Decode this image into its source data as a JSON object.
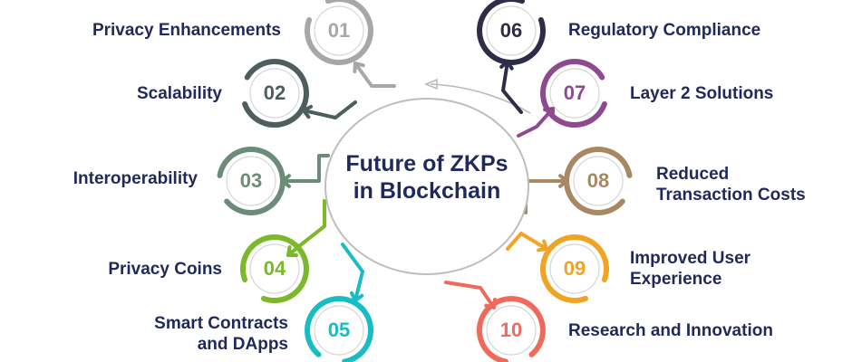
{
  "center": {
    "line1": "Future of ZKPs",
    "line2": "in Blockchain"
  },
  "items": [
    {
      "num": "01",
      "label": "Privacy Enhancements",
      "color": "#a7a7a7"
    },
    {
      "num": "02",
      "label": "Scalability",
      "color": "#4e5e5e"
    },
    {
      "num": "03",
      "label": "Interoperability",
      "color": "#6a8c78"
    },
    {
      "num": "04",
      "label": "Privacy Coins",
      "color": "#7bb82a"
    },
    {
      "num": "05",
      "label": "Smart Contracts and DApps",
      "label_line1": "Smart Contracts",
      "label_line2": "and DApps",
      "color": "#17bcc5"
    },
    {
      "num": "06",
      "label": "Regulatory Compliance",
      "color": "#2d2d48"
    },
    {
      "num": "07",
      "label": "Layer 2 Solutions",
      "color": "#8e4a8e"
    },
    {
      "num": "08",
      "label": "Reduced Transaction Costs",
      "label_line1": "Reduced",
      "label_line2": "Transaction Costs",
      "color": "#a88862"
    },
    {
      "num": "09",
      "label": "Improved User Experience",
      "label_line1": "Improved User",
      "label_line2": "Experience",
      "color": "#f0a424"
    },
    {
      "num": "10",
      "label": "Research and Innovation",
      "color": "#ef6a5c"
    }
  ]
}
